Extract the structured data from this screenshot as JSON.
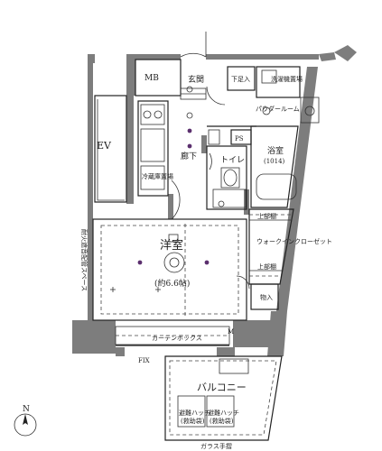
{
  "rooms": {
    "mb": "MB",
    "ev": "EV",
    "entrance": "玄関",
    "shoe_storage": "下足入",
    "washer_area": "洗濯機置場",
    "powder_room": "パウダールーム",
    "corridor": "廊下",
    "toilet": "トイレ",
    "bathroom": "浴室",
    "bathroom_size": "(1014)",
    "fridge_area": "冷蔵庫置場",
    "western_room": "洋室",
    "western_room_size": "(約6.6帖)",
    "walk_in_closet": "ウォークインクローゼット",
    "upper_shelf_1": "上部棚",
    "upper_shelf_2": "上部棚",
    "storage": "物入",
    "curtain_box": "カーテンボックス",
    "balcony": "バルコニー",
    "hatch_1": "避難ハッチ",
    "hatch_1_b": "(救助袋)",
    "hatch_2": "避難ハッチ",
    "hatch_2_b": "(救助袋)",
    "fix": "FIX",
    "glass_railing": "ガラス手摺",
    "fire_pipe": "耐火遮音配管スペース",
    "ps": "PS",
    "m_mark": "M",
    "compass": "N"
  },
  "colors": {
    "wall": "#7d7d7d",
    "line": "#222222"
  }
}
